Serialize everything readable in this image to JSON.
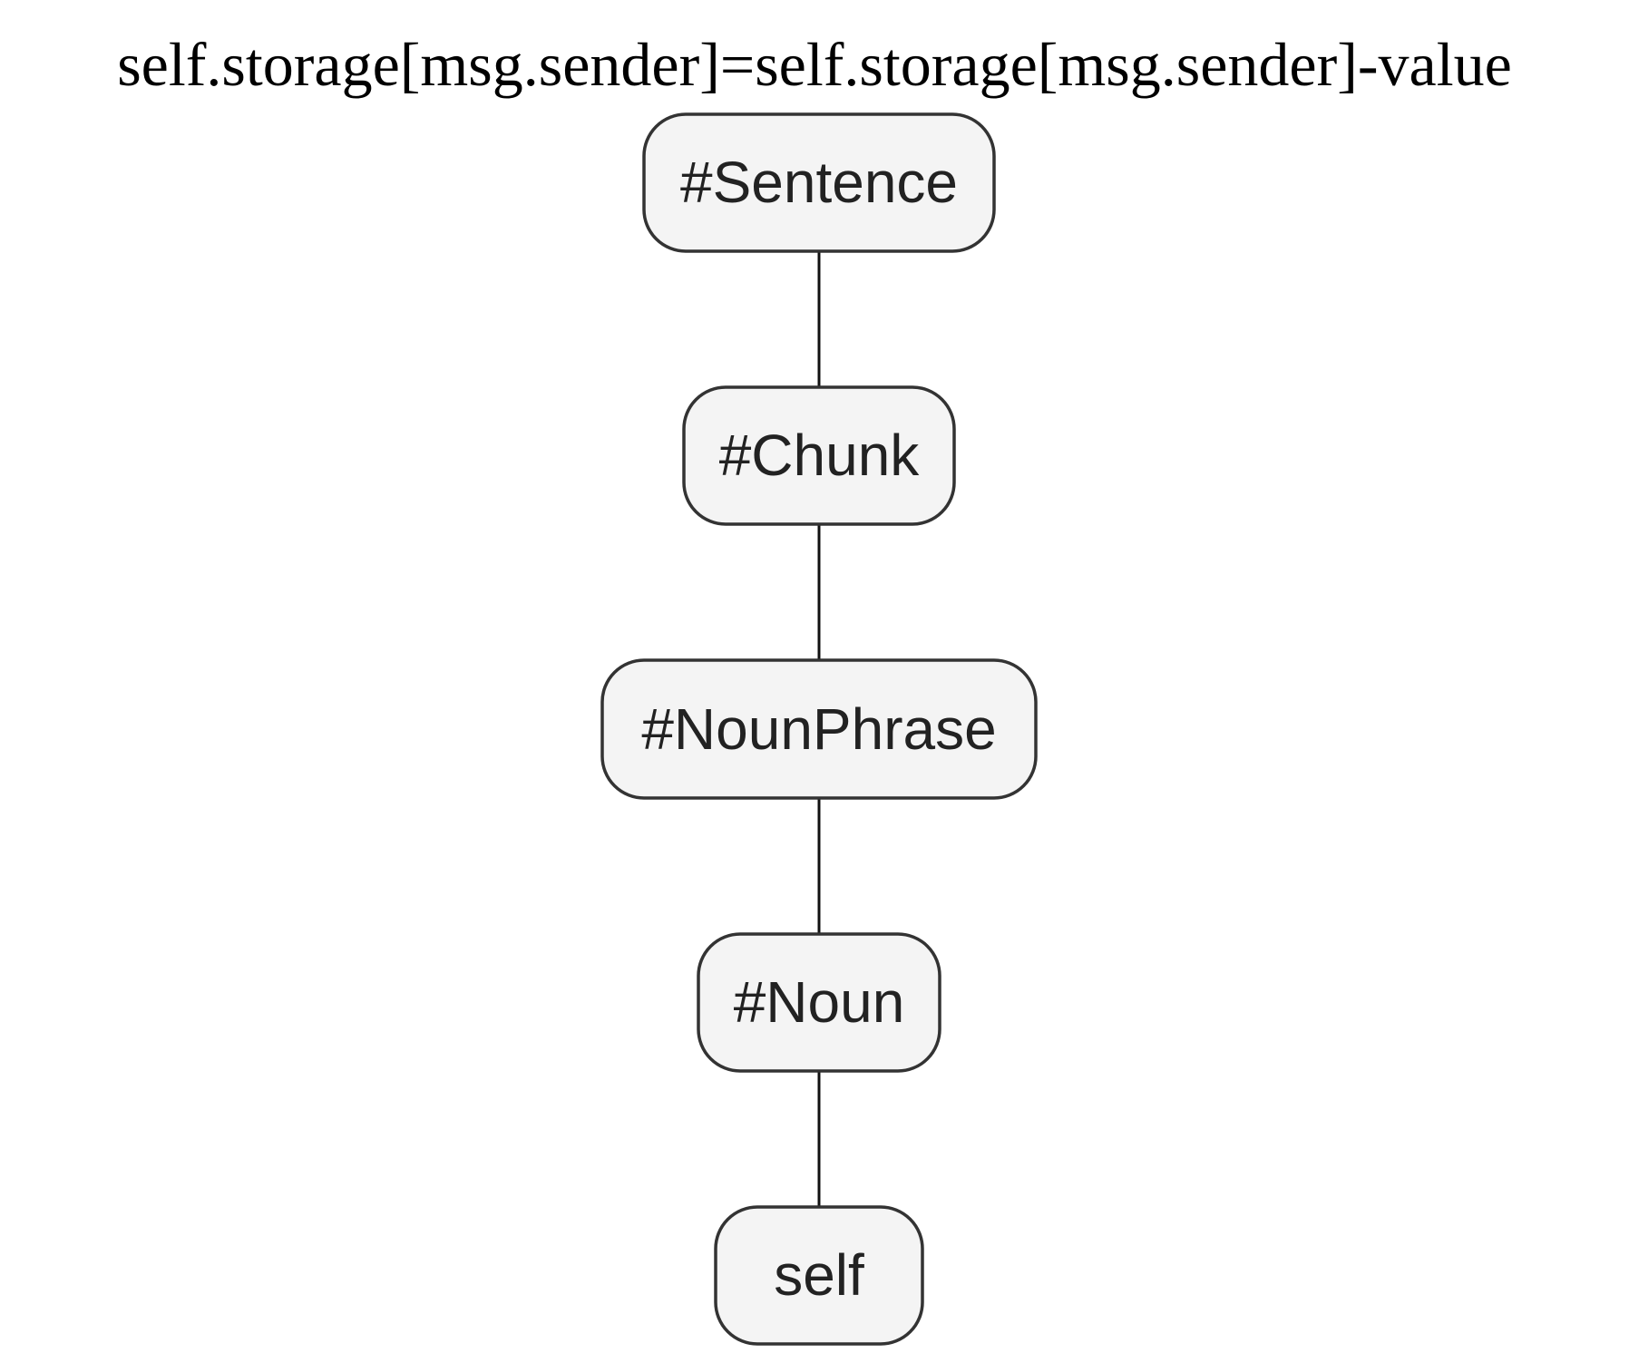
{
  "diagram": {
    "title": "self.storage[msg.sender]=self.storage[msg.sender]-value",
    "nodes": [
      {
        "id": "sentence",
        "label": "#Sentence"
      },
      {
        "id": "chunk",
        "label": "#Chunk"
      },
      {
        "id": "nounphrase",
        "label": "#NounPhrase"
      },
      {
        "id": "noun",
        "label": "#Noun"
      },
      {
        "id": "self",
        "label": "self"
      }
    ],
    "edges": [
      {
        "from": "sentence",
        "to": "chunk"
      },
      {
        "from": "chunk",
        "to": "nounphrase"
      },
      {
        "from": "nounphrase",
        "to": "noun"
      },
      {
        "from": "noun",
        "to": "self"
      }
    ]
  }
}
